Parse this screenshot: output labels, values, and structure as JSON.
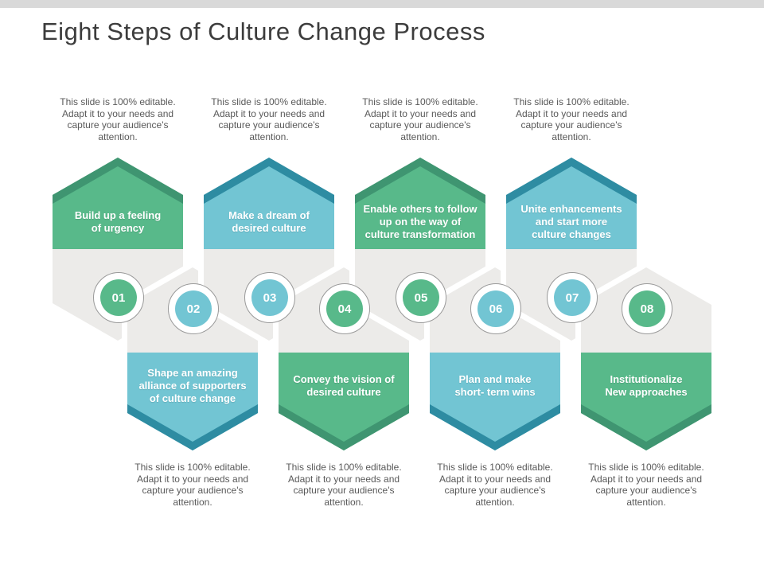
{
  "slide": {
    "title": "Eight Steps of Culture Change Process"
  },
  "editable_note": "This slide is 100% editable. Adapt it to your needs and capture your audience's attention.",
  "colors": {
    "green": "#58B98A",
    "green_dark": "#3F9571",
    "blue": "#72C5D3",
    "blue_dark": "#2E8CA2",
    "hex_gray": "#ECEBE9",
    "top_bar_gray": "#D9D9D9",
    "note_text": "#595959",
    "title_text": "#3C3C3C"
  },
  "steps": [
    {
      "number": "01",
      "label": "Build up a feeling\nof urgency",
      "color": "green",
      "row": "top"
    },
    {
      "number": "02",
      "label": "Shape an amazing\nalliance of supporters\nof culture change",
      "color": "blue",
      "row": "bottom"
    },
    {
      "number": "03",
      "label": "Make a dream of\ndesired culture",
      "color": "blue",
      "row": "top"
    },
    {
      "number": "04",
      "label": "Convey the vision of\ndesired culture",
      "color": "green",
      "row": "bottom"
    },
    {
      "number": "05",
      "label": "Enable others to follow\nup on the way of\nculture transformation",
      "color": "green",
      "row": "top"
    },
    {
      "number": "06",
      "label": "Plan and make\nshort- term wins",
      "color": "blue",
      "row": "bottom"
    },
    {
      "number": "07",
      "label": "Unite enhancements\nand start more\nculture changes",
      "color": "blue",
      "row": "top"
    },
    {
      "number": "08",
      "label": "Institutionalize\nNew approaches",
      "color": "green",
      "row": "bottom"
    }
  ]
}
